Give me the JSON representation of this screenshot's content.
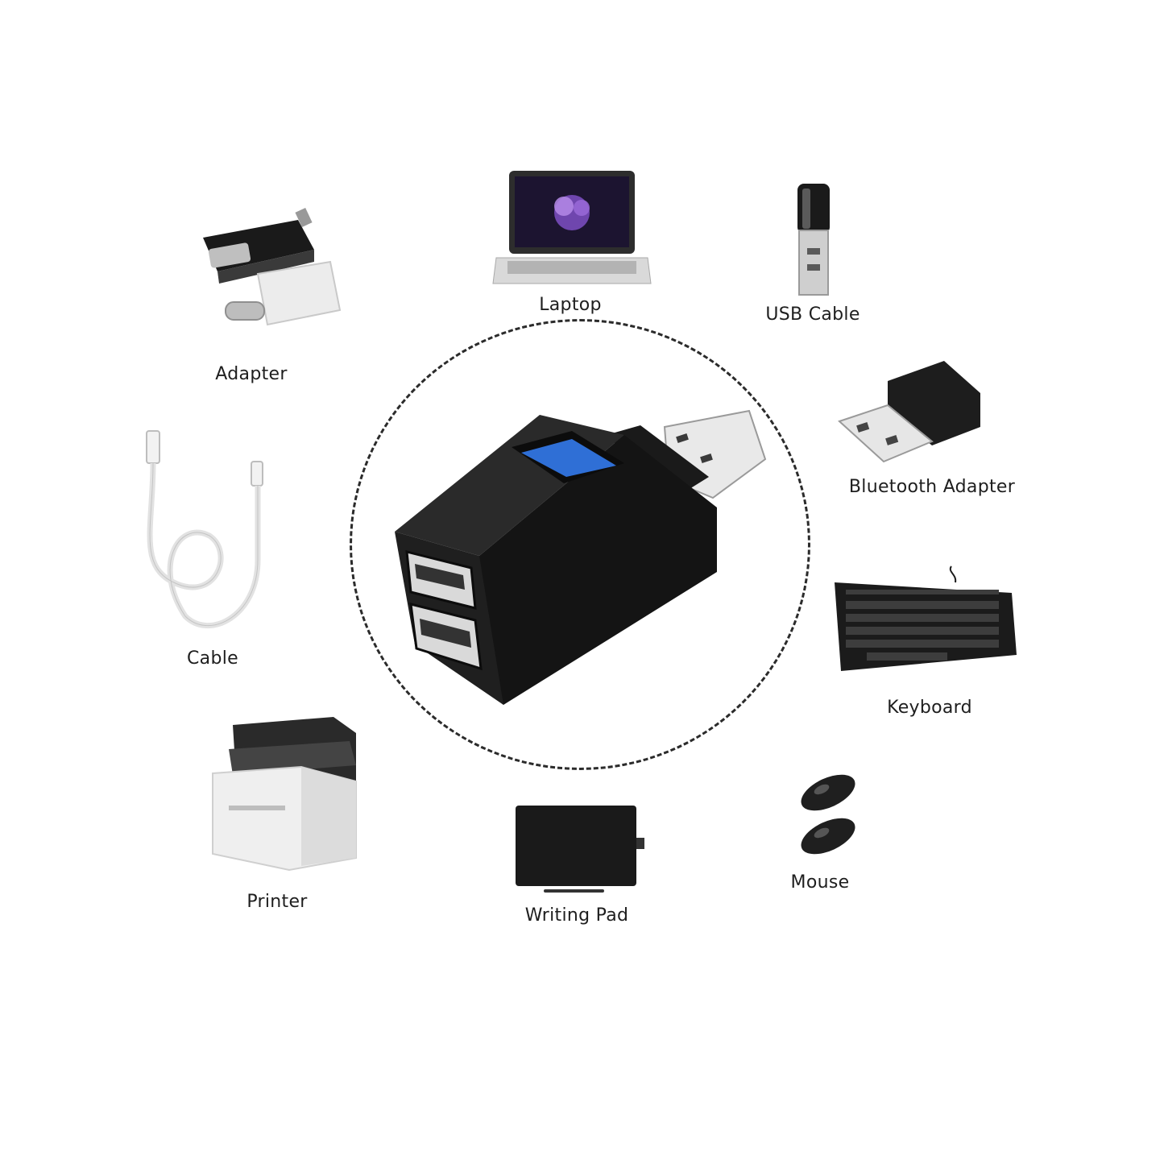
{
  "devices": [
    {
      "id": "adapter",
      "label": "Adapter"
    },
    {
      "id": "laptop",
      "label": "Laptop"
    },
    {
      "id": "usb_cable",
      "label": "USB Cable"
    },
    {
      "id": "bluetooth_adapter",
      "label": "Bluetooth Adapter"
    },
    {
      "id": "cable",
      "label": "Cable"
    },
    {
      "id": "keyboard",
      "label": "Keyboard"
    },
    {
      "id": "printer",
      "label": "Printer"
    },
    {
      "id": "writing_pad",
      "label": "Writing Pad"
    },
    {
      "id": "mouse",
      "label": "Mouse"
    }
  ],
  "center_product": {
    "icon": "usb-hub-3-port",
    "accent_port_color": "#2f6fd6"
  }
}
